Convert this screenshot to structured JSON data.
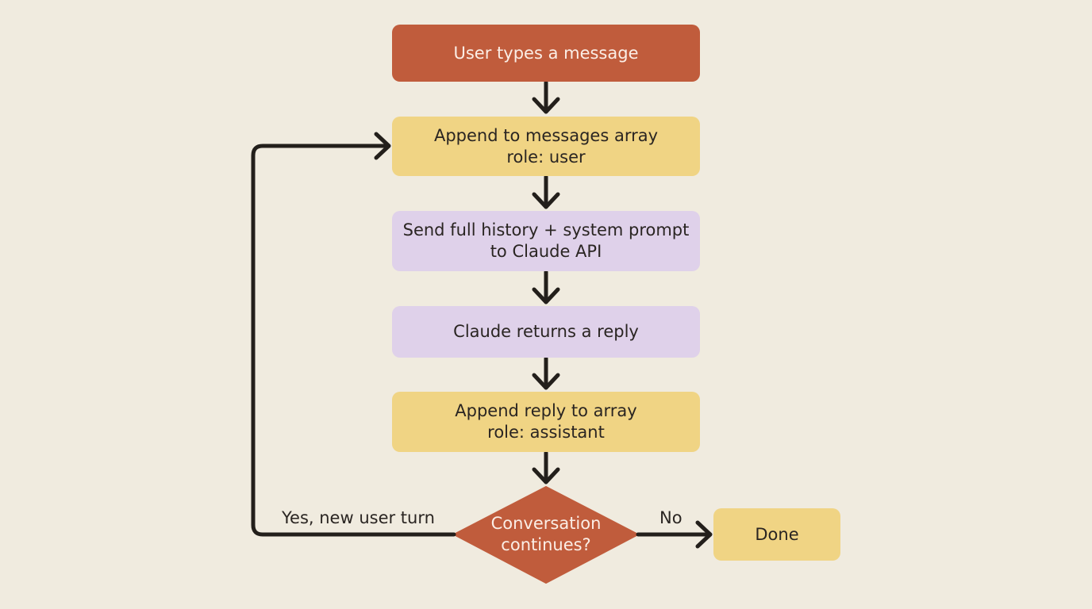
{
  "diagram": {
    "colors": {
      "background": "#f0ebdf",
      "terracotta": "#c05c3c",
      "yellow": "#f0d484",
      "lavender": "#dfd1ea",
      "connector": "#231f1b"
    },
    "nodes": {
      "user_types": {
        "lines": [
          "User types a message"
        ]
      },
      "append_user": {
        "lines": [
          "Append to messages array",
          "role: user"
        ]
      },
      "send_history": {
        "lines": [
          "Send full history + system prompt",
          "to Claude API"
        ]
      },
      "claude_reply": {
        "lines": [
          "Claude returns a reply"
        ]
      },
      "append_reply": {
        "lines": [
          "Append reply to array",
          "role: assistant"
        ]
      },
      "decision": {
        "lines": [
          "Conversation",
          "continues?"
        ]
      },
      "done": {
        "lines": [
          "Done"
        ]
      }
    },
    "edge_labels": {
      "yes": "Yes, new user turn",
      "no": "No"
    }
  }
}
